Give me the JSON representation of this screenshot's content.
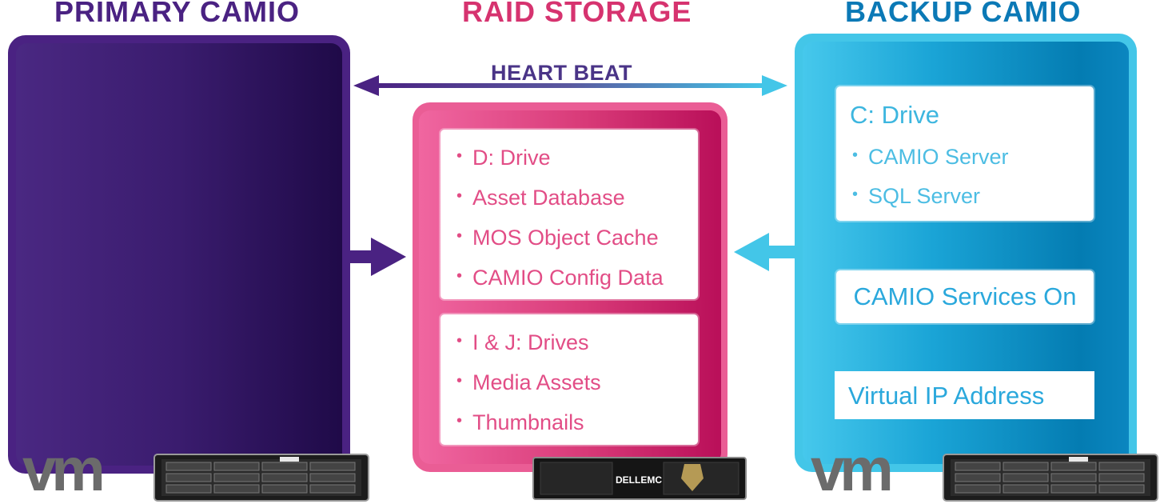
{
  "titles": {
    "primary": "PRIMARY CAMIO",
    "raid": "RAID STORAGE",
    "backup": "BACKUP CAMIO"
  },
  "heartbeat": "HEART BEAT",
  "raid_storage": {
    "d_drive_items": [
      "D: Drive",
      "Asset Database",
      "MOS Object Cache",
      "CAMIO Config Data"
    ],
    "ij_drive_items": [
      "I & J: Drives",
      "Media Assets",
      "Thumbnails"
    ]
  },
  "backup_camio": {
    "c_drive_title": "C: Drive",
    "c_drive_items": [
      "CAMIO Server",
      "SQL Server"
    ],
    "services": "CAMIO Services On",
    "virtual_ip": "Virtual IP Address"
  },
  "logos": {
    "vm_left": "vm",
    "vm_right": "vm",
    "storage_brand": "DELLEMC"
  },
  "colors": {
    "primary_purple": "#4a2282",
    "raid_pink": "#ea5d95",
    "backup_blue": "#43c6e8"
  },
  "icons": [
    "heartbeat-double-arrow",
    "arrow-right",
    "arrow-left",
    "rack-server",
    "storage-array"
  ]
}
